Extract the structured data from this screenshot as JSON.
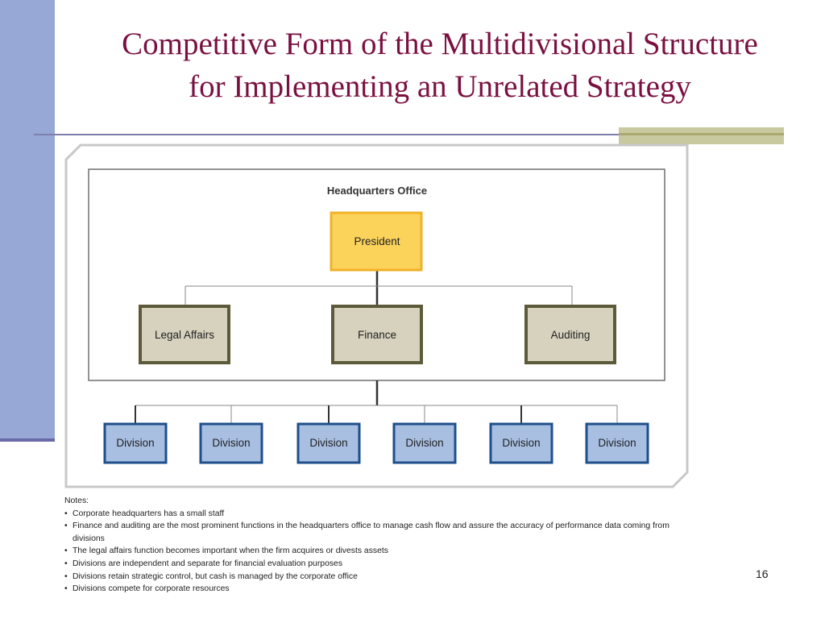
{
  "slide": {
    "title_line1": "Competitive Form of the Multidivisional Structure",
    "title_line2": "for Implementing an Unrelated Strategy",
    "page_number": "16"
  },
  "diagram": {
    "hq_label": "Headquarters Office",
    "president": "President",
    "staff": [
      "Legal Affairs",
      "Finance",
      "Auditing"
    ],
    "divisions": [
      "Division",
      "Division",
      "Division",
      "Division",
      "Division",
      "Division"
    ]
  },
  "notes": {
    "heading": "Notes:",
    "items": [
      "Corporate headquarters has a small staff",
      "Finance and auditing are the most prominent functions in the headquarters office to manage cash flow and assure the accuracy of performance data coming from divisions",
      "The legal affairs function becomes important when the firm acquires or divests assets",
      "Divisions are independent and separate for financial evaluation purposes",
      "Divisions retain strategic control, but cash is managed by the corporate office",
      "Divisions compete for corporate resources"
    ]
  },
  "colors": {
    "title": "#7b1040",
    "president_fill": "#fbd35a",
    "president_border": "#f0b12a",
    "staff_fill": "#d6d2be",
    "staff_border": "#5d5a3a",
    "division_fill": "#a8bfe2",
    "division_border": "#1e4f8a"
  }
}
